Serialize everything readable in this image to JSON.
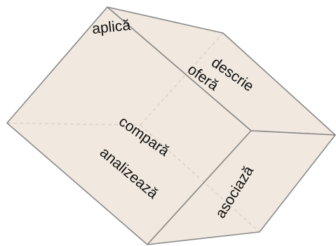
{
  "colors": {
    "face_fill": "#ede4d7",
    "edge": "#8a8a8a",
    "text": "#111111"
  },
  "labels": {
    "aplica": "aplică",
    "descrie": "descrie",
    "ofera": "oferă",
    "compara": "compară",
    "analizeaza": "analizează",
    "asociaza": "asociază"
  }
}
